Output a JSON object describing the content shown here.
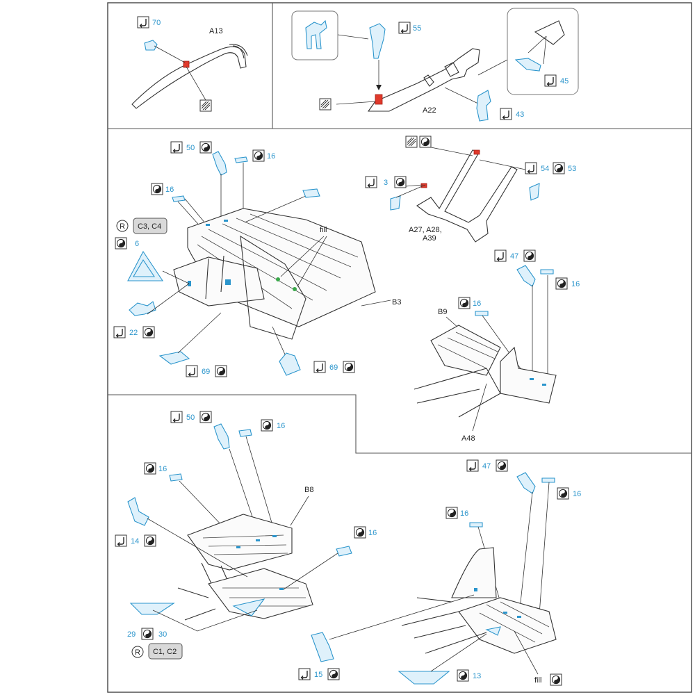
{
  "labels": {
    "a13": "A13",
    "a22": "A22",
    "b3": "B3",
    "b8": "B8",
    "b9": "B9",
    "a48": "A48",
    "a27_line1": "A27, A28,",
    "a27_line2": "A39",
    "fill_top": "fill",
    "fill_bottom": "fill"
  },
  "refs": {
    "c3c4": "C3, C4",
    "c1c2": "C1, C2",
    "ref_glyph": "R"
  },
  "part_numbers": {
    "p70": "70",
    "p55": "55",
    "p45": "45",
    "p43": "43",
    "p50a": "50",
    "p16a": "16",
    "p16b": "16",
    "p6": "6",
    "p22": "22",
    "p69a": "69",
    "p69b": "69",
    "p3": "3",
    "p54": "54",
    "p53": "53",
    "p47a": "47",
    "p16c": "16",
    "p16d": "16",
    "p50b": "50",
    "p16e": "16",
    "p16f": "16",
    "p16g": "16",
    "p14": "14",
    "p29": "29",
    "p30": "30",
    "p47b": "47",
    "p16h": "16",
    "p16i": "16",
    "p15": "15",
    "p13": "13"
  },
  "colors": {
    "etched_part": "#2b95cc",
    "glue_point": "#e0392b",
    "fill_point": "#3aa84a"
  }
}
